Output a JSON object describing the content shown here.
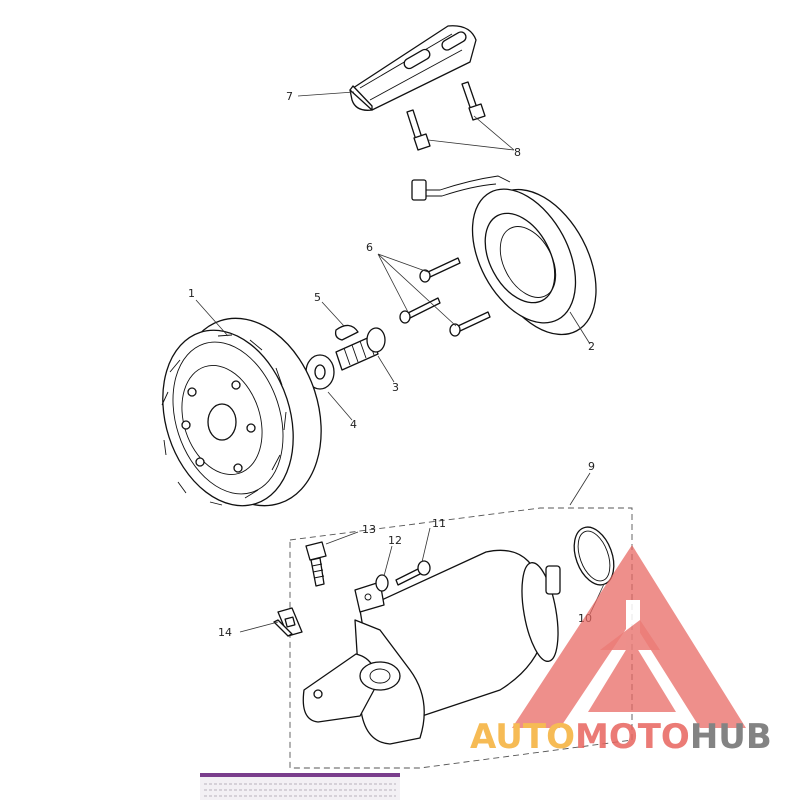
{
  "diagram": {
    "callouts": [
      "1",
      "2",
      "3",
      "4",
      "5",
      "6",
      "7",
      "8",
      "9",
      "10",
      "11",
      "12",
      "13",
      "14"
    ]
  },
  "watermark": {
    "part1": "AUTO",
    "part2": "MOTO",
    "part3": "HUB",
    "color_orange": "#f5b038",
    "color_red": "#e8655f",
    "color_gray": "#6e6e6e"
  }
}
